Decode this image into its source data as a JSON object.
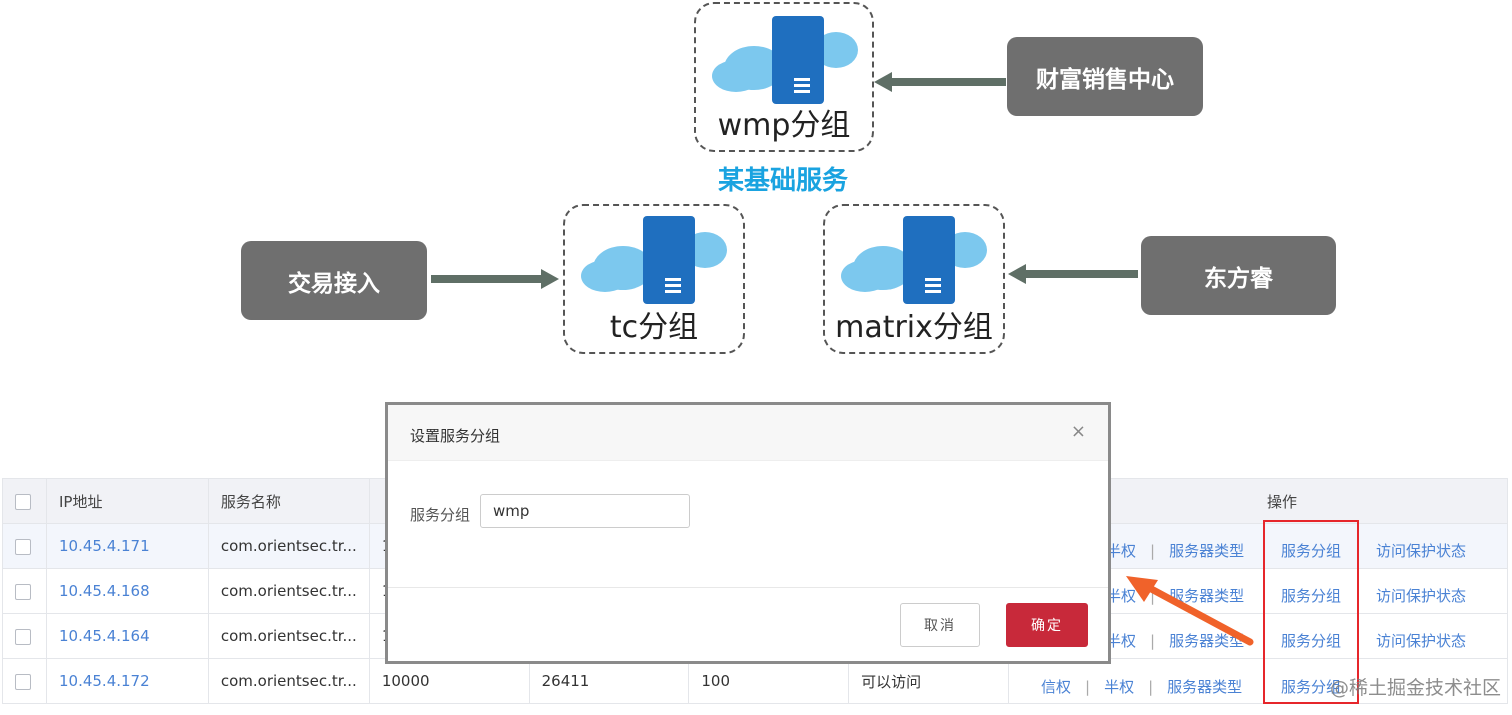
{
  "diagram": {
    "title": "某基础服务",
    "groups": [
      {
        "label": "wmp分组"
      },
      {
        "label": "tc分组"
      },
      {
        "label": "matrix分组"
      }
    ],
    "sources": [
      {
        "label": "财富销售中心"
      },
      {
        "label": "交易接入"
      },
      {
        "label": "东方睿"
      }
    ],
    "colors": {
      "title": "#1aa3e0",
      "server": "#1f6fbf",
      "cloud": "#7cc8ee",
      "source_box": "#6f6f6f",
      "arrow": "#5f6f66"
    }
  },
  "table": {
    "headers": [
      "",
      "IP地址",
      "服务名称",
      "",
      "",
      "",
      "",
      "操作"
    ],
    "rows": [
      {
        "ip": "10.45.4.171",
        "service": "com.orientsec.tr...",
        "c3": "1",
        "c4": "",
        "c5": "",
        "status": ""
      },
      {
        "ip": "10.45.4.168",
        "service": "com.orientsec.tr...",
        "c3": "1",
        "c4": "",
        "c5": "",
        "status": ""
      },
      {
        "ip": "10.45.4.164",
        "service": "com.orientsec.tr...",
        "c3": "1",
        "c4": "",
        "c5": "",
        "status": ""
      },
      {
        "ip": "10.45.4.172",
        "service": "com.orientsec.tr...",
        "c3": "10000",
        "c4": "26411",
        "c5": "100",
        "status": "可以访问"
      }
    ],
    "ops": {
      "trust": "信权",
      "half": "半权",
      "server_type": "服务器类型",
      "group": "服务分组",
      "protect": "访问保护状态"
    },
    "highlight_color": "#e6262b",
    "watermark": "@稀土掘金技术社区"
  },
  "modal": {
    "title": "设置服务分组",
    "close": "×",
    "field_label": "服务分组",
    "field_value": "wmp",
    "cancel": "取消",
    "ok": "确定"
  }
}
